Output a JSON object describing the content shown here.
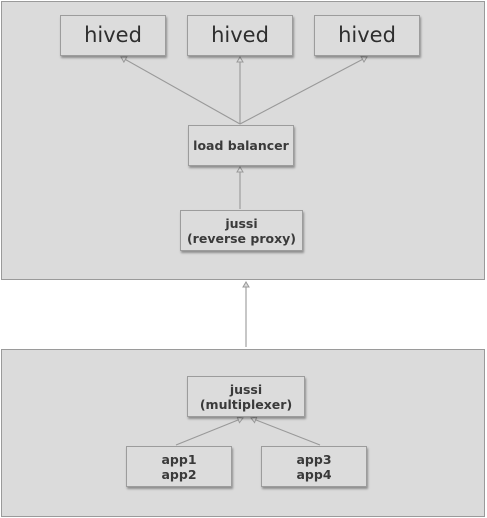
{
  "nodes": {
    "hived_1": "hived",
    "hived_2": "hived",
    "hived_3": "hived",
    "load_balancer": "load balancer",
    "jussi_proxy": {
      "line1": "jussi",
      "line2": "(reverse proxy)"
    },
    "jussi_mux": {
      "line1": "jussi",
      "line2": "(multiplexer)"
    },
    "apps_left": {
      "line1": "app1",
      "line2": "app2"
    },
    "apps_right": {
      "line1": "app3",
      "line2": "app4"
    }
  },
  "colors": {
    "panel": "#dbdbdb",
    "box": "#dcdcdc",
    "line": "#999999",
    "text": "#333333"
  }
}
